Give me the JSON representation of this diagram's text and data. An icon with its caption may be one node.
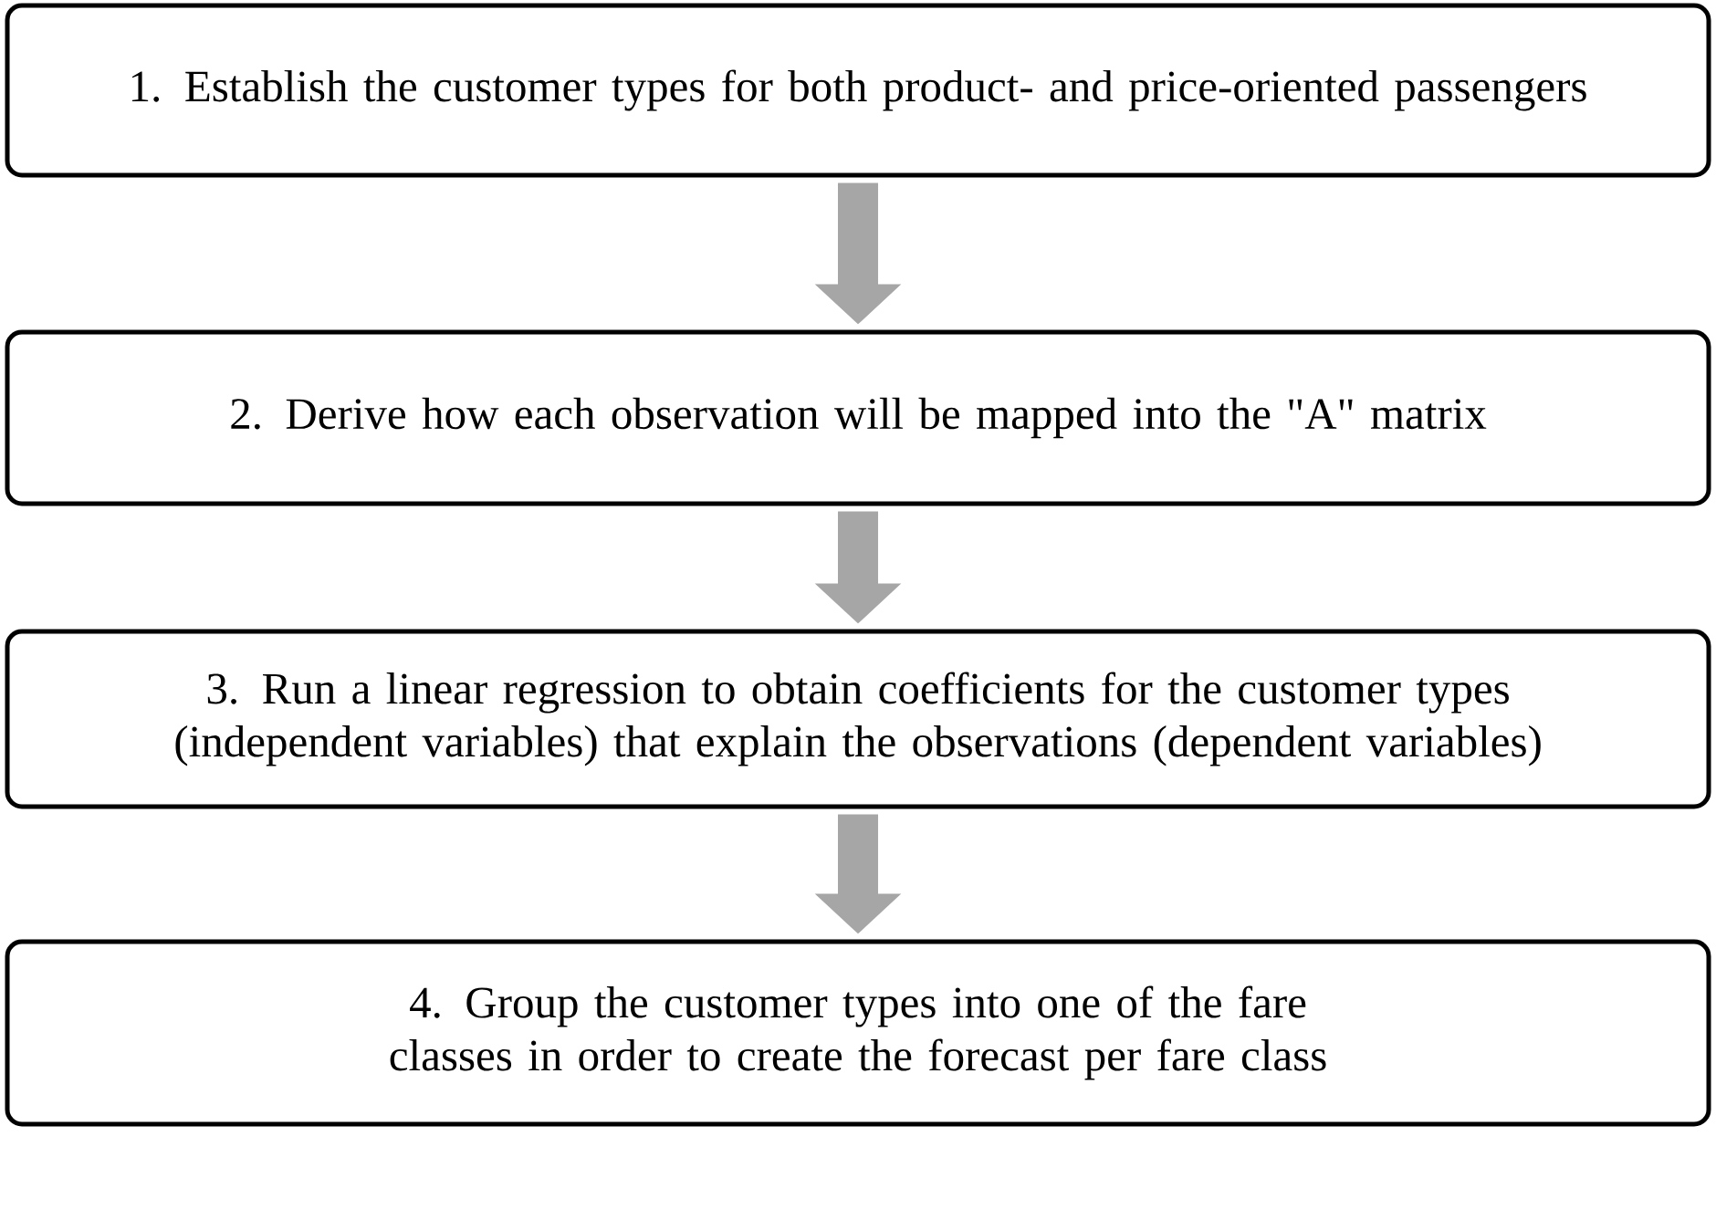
{
  "diagram": {
    "nodes": [
      {
        "text": [
          "1. Establish the customer types for both product- and price-oriented passengers"
        ]
      },
      {
        "text": [
          "2. Derive how each observation will be mapped into the \"A\" matrix"
        ]
      },
      {
        "text": [
          "3. Run a linear regression to obtain coefficients for the customer types (independent variables) that explain the observations (dependent variables)"
        ]
      },
      {
        "text": [
          "4. Group the customer types into one of the fare classes in order to create the forecast per fare class"
        ]
      }
    ],
    "edges": [
      {
        "from": 0,
        "to": 1,
        "arrow": "to"
      },
      {
        "from": 1,
        "to": 2,
        "arrow": "to"
      },
      {
        "from": 2,
        "to": 3,
        "arrow": "to"
      }
    ]
  }
}
